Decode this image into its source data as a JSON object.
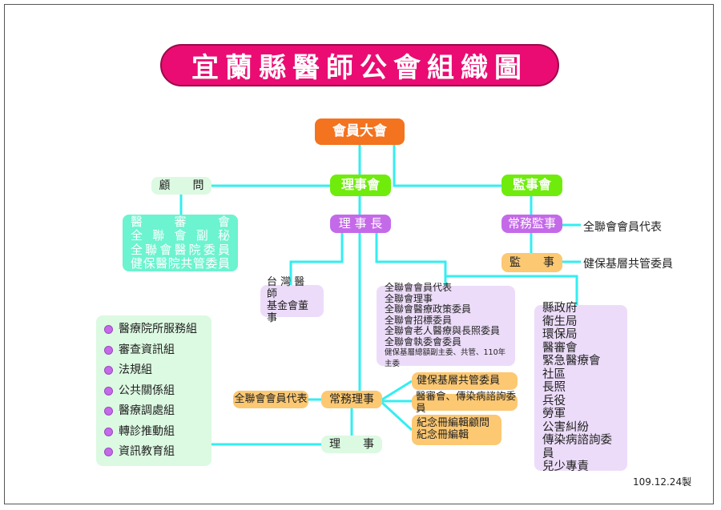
{
  "title": "宜蘭縣醫師公會組織圖",
  "general_assembly": "會員大會",
  "board": "理事會",
  "supervisors": "監事會",
  "advisor": "顧　　問",
  "advisor_roles": [
    "醫　　審　　會",
    "全 聯 會 副 秘",
    "全聯會醫院委員",
    "健保醫院共管委員"
  ],
  "chairman": "理 事 長",
  "standing_supervisor": "常務監事",
  "standing_supervisor_role": "全聯會會員代表",
  "supervisor": "監　　事",
  "supervisor_role": "健保基層共管委員",
  "taiwan_foundation": [
    "台 灣 醫 師",
    "基金會董事"
  ],
  "chairman_roles": [
    "全聯會會員代表",
    "全聯會理事",
    "全聯會醫療政策委員",
    "全聯會招標委員",
    "全聯會老人醫療與長照委員",
    "全聯會執委會委員",
    "健保基層總額副主委、共管、110年主委"
  ],
  "gov_roles": [
    "縣政府",
    "衛生局",
    "環保局",
    "醫審會",
    "緊急醫療會",
    "社區",
    "長照",
    "兵役",
    "勞軍",
    "公害糾紛",
    "傳染病諮詢委員",
    "兒少專責"
  ],
  "groups": [
    "醫療院所服務組",
    "審查資訊組",
    "法規組",
    "公共關係組",
    "醫療調處組",
    "轉診推動組",
    "資訊教育組"
  ],
  "standing_director": "常務理事",
  "standing_director_left": "全聯會會員代表",
  "standing_director_roles": [
    "健保基層共管委員",
    "醫審會、傳染病諮詢委員"
  ],
  "memorial_book": [
    "紀念冊編輯顧問",
    "紀念冊編輯"
  ],
  "director": "理　　事",
  "date_mark": "109.12.24製",
  "colors": {
    "line": "#33eef0",
    "title": "#ea0c72"
  }
}
